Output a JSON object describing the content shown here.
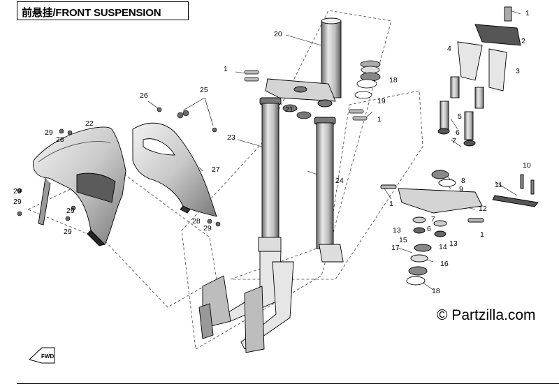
{
  "title": "前悬挂/FRONT SUSPENSION",
  "watermark": "© Partzilla.com",
  "fwd_label": "FWD",
  "callouts": [
    {
      "id": "c1a",
      "text": "1"
    },
    {
      "id": "c2",
      "text": "2"
    },
    {
      "id": "c3",
      "text": "3"
    },
    {
      "id": "c4",
      "text": "4"
    },
    {
      "id": "c5",
      "text": "5"
    },
    {
      "id": "c6a",
      "text": "6"
    },
    {
      "id": "c7a",
      "text": "7"
    },
    {
      "id": "c20",
      "text": "20"
    },
    {
      "id": "c18a",
      "text": "18"
    },
    {
      "id": "c19",
      "text": "19"
    },
    {
      "id": "c1b",
      "text": "1"
    },
    {
      "id": "c21",
      "text": "21"
    },
    {
      "id": "c1c",
      "text": "1"
    },
    {
      "id": "c23",
      "text": "23"
    },
    {
      "id": "c24",
      "text": "24"
    },
    {
      "id": "c26",
      "text": "26"
    },
    {
      "id": "c25",
      "text": "25"
    },
    {
      "id": "c22",
      "text": "22"
    },
    {
      "id": "c29a",
      "text": "29"
    },
    {
      "id": "c28a",
      "text": "28"
    },
    {
      "id": "c27",
      "text": "27"
    },
    {
      "id": "c29b",
      "text": "29"
    },
    {
      "id": "c29c",
      "text": "29"
    },
    {
      "id": "c29d",
      "text": "29"
    },
    {
      "id": "c29e",
      "text": "29"
    },
    {
      "id": "c28b",
      "text": "28"
    },
    {
      "id": "c29f",
      "text": "29"
    },
    {
      "id": "c10",
      "text": "10"
    },
    {
      "id": "c8",
      "text": "8"
    },
    {
      "id": "c9",
      "text": "9"
    },
    {
      "id": "c11",
      "text": "11"
    },
    {
      "id": "c1d",
      "text": "1"
    },
    {
      "id": "c12",
      "text": "12"
    },
    {
      "id": "c7b",
      "text": "7"
    },
    {
      "id": "c1e",
      "text": "1"
    },
    {
      "id": "c13a",
      "text": "13"
    },
    {
      "id": "c6b",
      "text": "6"
    },
    {
      "id": "c15",
      "text": "15"
    },
    {
      "id": "c14",
      "text": "14"
    },
    {
      "id": "c13b",
      "text": "13"
    },
    {
      "id": "c17",
      "text": "17"
    },
    {
      "id": "c16",
      "text": "16"
    },
    {
      "id": "c18b",
      "text": "18"
    }
  ]
}
